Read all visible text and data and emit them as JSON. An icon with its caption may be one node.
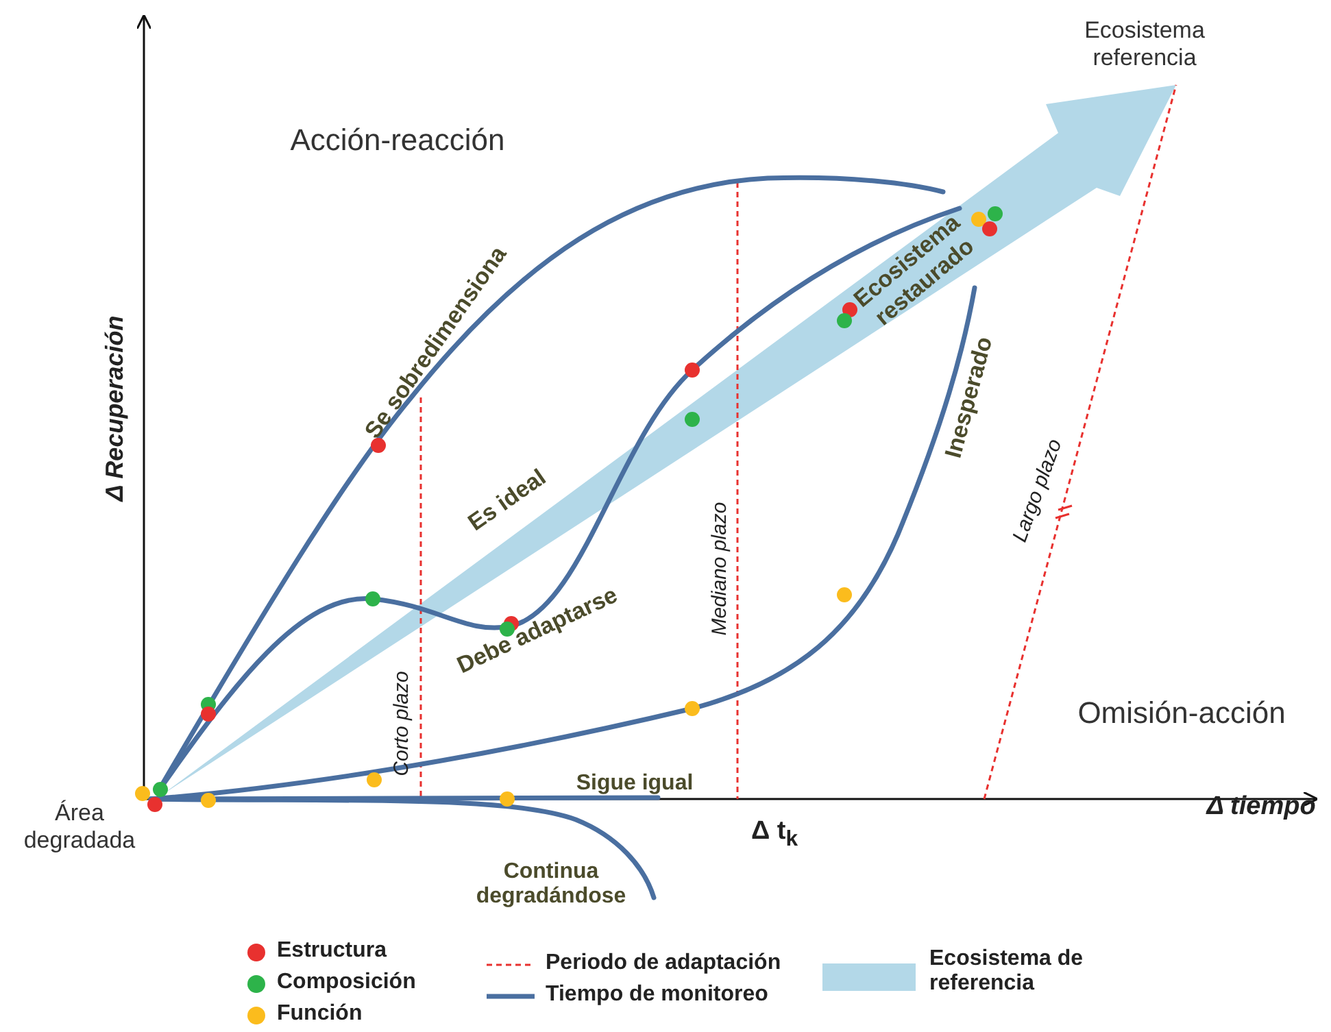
{
  "diagram": {
    "labels": [
      "Ecosistema referencia",
      "Acción-reacción",
      "Se sobredimensiona",
      "Ecosistema restaurado",
      "Inesperado",
      "Es ideal",
      "Largo plazo",
      "Mediano plazo",
      "Debe adaptarse",
      "Corto plazo",
      "Omisión-acción",
      "Sigue igual",
      "Área degradada",
      "Continua degradándose",
      "Δ Recuperación",
      "Δ tiempo",
      "Δ t$_{k}$"
    ],
    "legend": [
      {
        "text": "Estructura",
        "color": "#e8312f"
      },
      {
        "text": "Composición",
        "color": "#2db34a"
      },
      {
        "text": "Función",
        "color": "#fbbc1d"
      },
      {
        "text": "Periodo de adaptación"
      },
      {
        "text": "Tiempo de monitoreo"
      },
      {
        "text": "Ecosistema de referencia",
        "color": "#b3d8e8"
      }
    ]
  }
}
